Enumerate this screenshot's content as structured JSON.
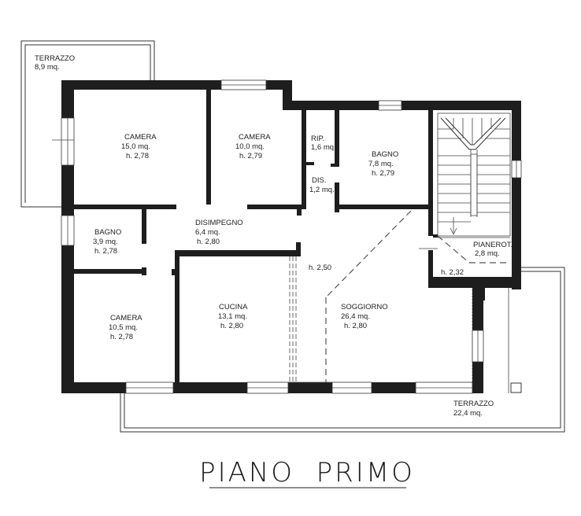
{
  "title": "PIANO  PRIMO",
  "rooms": {
    "terrazzo_nw": {
      "name": "TERRAZZO",
      "area": "8,9 mq."
    },
    "camera_1": {
      "name": "CAMERA",
      "area": "15,0 mq.",
      "height": "h. 2,78"
    },
    "camera_2": {
      "name": "CAMERA",
      "area": "10,0 mq.",
      "height": "h. 2,79"
    },
    "rip": {
      "name": "RIP.",
      "area": "1,6 mq."
    },
    "dis": {
      "name": "DIS.",
      "area": "1,2 mq."
    },
    "bagno_1": {
      "name": "BAGNO",
      "area": "7,8 mq.",
      "height": "h. 2,79"
    },
    "bagno_2": {
      "name": "BAGNO",
      "area": "3,9 mq.",
      "height": "h. 2,78"
    },
    "disimpegno": {
      "name": "DISIMPEGNO",
      "area": "6,4 mq.",
      "height": "h. 2,80"
    },
    "pianerot": {
      "name": "PIANEROT.",
      "area": "2,8 mq."
    },
    "stair_height": {
      "height": "h. 2,32"
    },
    "open_height": {
      "height": "h. 2,50"
    },
    "camera_3": {
      "name": "CAMERA",
      "area": "10,5 mq.",
      "height": "h. 2,78"
    },
    "cucina": {
      "name": "CUCINA",
      "area": "13,1 mq.",
      "height": "h. 2,80"
    },
    "soggiorno": {
      "name": "SOGGIORNO",
      "area": "26,4 mq.",
      "height": "h. 2,80"
    },
    "terrazzo_s": {
      "name": "TERRAZZO",
      "area": "22,4 mq."
    }
  }
}
